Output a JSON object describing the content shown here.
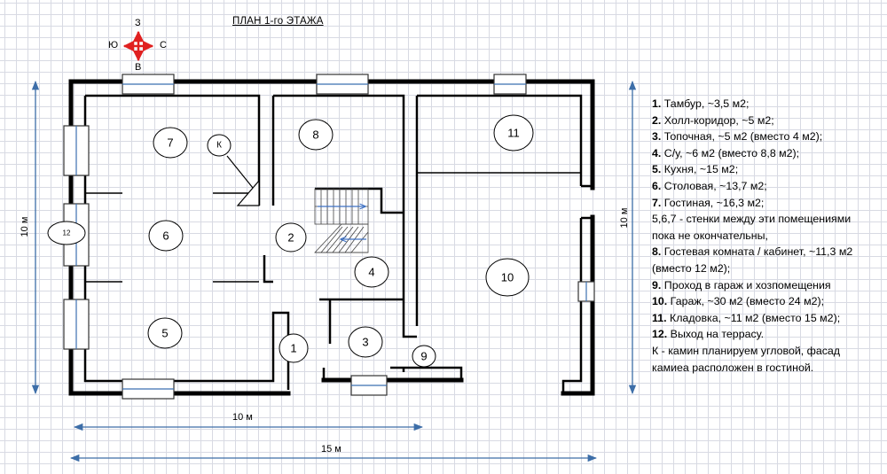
{
  "plan_title": "ПЛАН 1-го ЭТАЖА",
  "compass": {
    "north": "З",
    "south": "В",
    "west": "Ю",
    "east": "С"
  },
  "rooms": {
    "r1": "1",
    "r2": "2",
    "r3": "3",
    "r4": "4",
    "r5": "5",
    "r6": "6",
    "r7": "7",
    "r8": "8",
    "r9": "9",
    "r10": "10",
    "r11": "11",
    "r12": "12",
    "fireplace": "К"
  },
  "dimensions": {
    "left_height": "10 м",
    "right_height": "10 м",
    "inner_width": "10 м",
    "total_width": "15 м"
  },
  "legend": [
    {
      "num": "1.",
      "text": " Тамбур, ~3,5 м2;"
    },
    {
      "num": "2.",
      "text": " Холл-коридор, ~5 м2;"
    },
    {
      "num": "3.",
      "text": " Топочная, ~5 м2 (вместо 4 м2);"
    },
    {
      "num": "4.",
      "text": " С/у, ~6 м2 (вместо 8,8 м2);"
    },
    {
      "num": "5.",
      "text": " Кухня, ~15 м2;"
    },
    {
      "num": "6.",
      "text": " Столовая, ~13,7 м2;"
    },
    {
      "num": "7.",
      "text": " Гостиная, ~16,3 м2;"
    },
    {
      "num": "",
      "text": "5,6,7 - стенки между эти помещениями"
    },
    {
      "num": "",
      "text": "пока не окончательны,"
    },
    {
      "num": "8.",
      "text": " Гостевая комната / кабинет, ~11,3 м2"
    },
    {
      "num": "",
      "text": " (вместо 12 м2);"
    },
    {
      "num": "9.",
      "text": " Проход в гараж и хозпомещения"
    },
    {
      "num": "10.",
      "text": " Гараж, ~30 м2 (вместо 24 м2);"
    },
    {
      "num": "11.",
      "text": " Кладовка, ~11 м2 (вместо 15 м2);"
    },
    {
      "num": "12.",
      "text": " Выход на террасу."
    },
    {
      "num": "",
      "text": "К - камин планируем угловой, фасад"
    },
    {
      "num": "",
      "text": " камиеа расположен в гостиной."
    }
  ],
  "colors": {
    "wall": "#000000",
    "window_fill": "#ffffff",
    "window_line": "#3b6fb0",
    "dimension": "#3d6ea8",
    "compass": "#e02020",
    "stair_arrow": "#3f72c4",
    "grid": "#d8dae3"
  }
}
